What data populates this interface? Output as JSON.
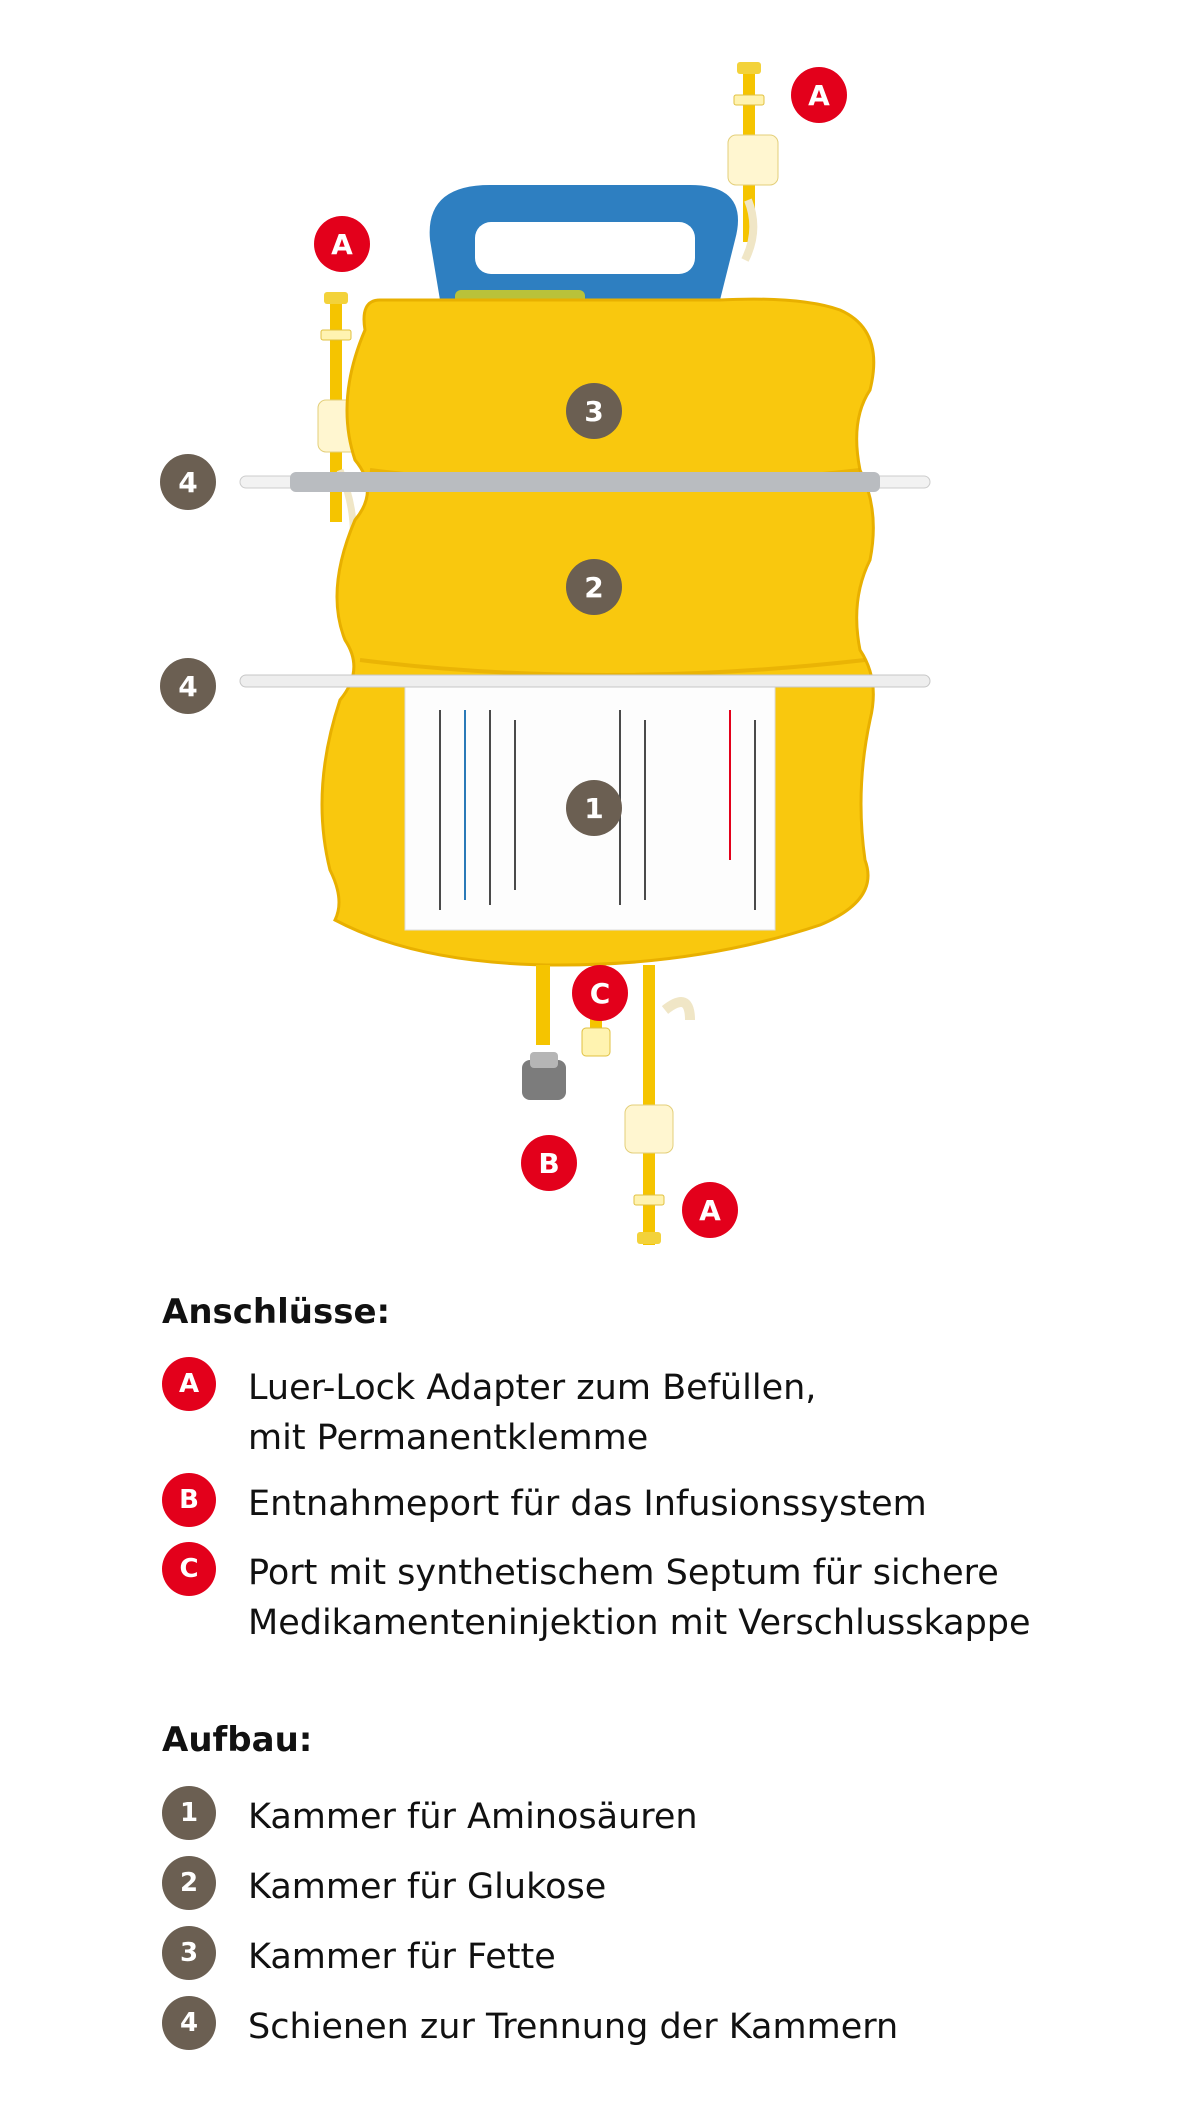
{
  "colors": {
    "marker_red": "#e3001b",
    "marker_brown": "#6b5f52",
    "bag_yellow": "#f9c80e",
    "handle_blue": "#2e7fc1"
  },
  "diagram": {
    "markers": {
      "port_a": "A",
      "port_b": "B",
      "port_c": "C",
      "chamber_1": "1",
      "chamber_2": "2",
      "chamber_3": "3",
      "rail": "4"
    }
  },
  "anschluesse": {
    "title": "Anschlüsse:",
    "items": [
      {
        "marker": "A",
        "text": "Luer-Lock Adapter zum Befüllen,\nmit Permanentklemme"
      },
      {
        "marker": "B",
        "text": "Entnahmeport für das Infusionssystem"
      },
      {
        "marker": "C",
        "text": "Port mit synthetischem Septum für sichere\nMedikamenteninjektion mit Verschlusskappe"
      }
    ]
  },
  "aufbau": {
    "title": "Aufbau:",
    "items": [
      {
        "marker": "1",
        "text": "Kammer für Aminosäuren"
      },
      {
        "marker": "2",
        "text": "Kammer für Glukose"
      },
      {
        "marker": "3",
        "text": "Kammer für Fette"
      },
      {
        "marker": "4",
        "text": "Schienen zur Trennung der Kammern"
      }
    ]
  }
}
